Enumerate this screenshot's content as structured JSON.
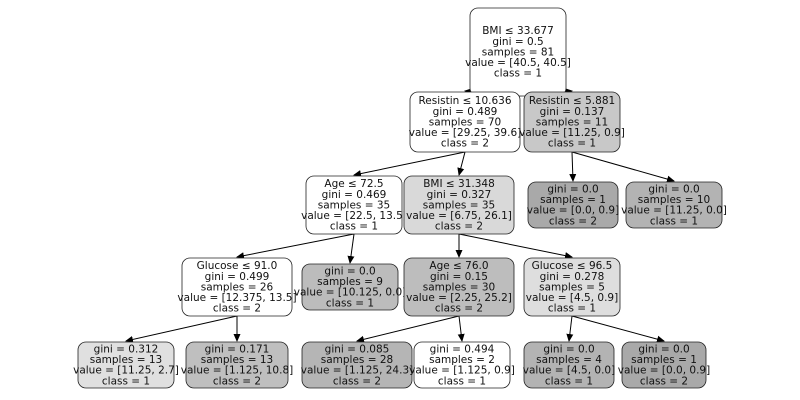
{
  "nodes": [
    {
      "id": "n0",
      "fill": "#ffffff",
      "lines": [
        "BMI ≤ 33.677",
        "gini = 0.5",
        "samples = 81",
        "value = [40.5, 40.5]",
        "class = 1"
      ]
    },
    {
      "id": "n1",
      "fill": "#ffffff",
      "lines": [
        "Resistin ≤ 10.636",
        "gini = 0.489",
        "samples = 70",
        "value = [29.25, 39.6]",
        "class = 2"
      ]
    },
    {
      "id": "n2",
      "fill": "#c8c8c8",
      "lines": [
        "Resistin ≤ 5.881",
        "gini = 0.137",
        "samples = 11",
        "value = [11.25, 0.9]",
        "class = 1"
      ]
    },
    {
      "id": "n3",
      "fill": "#ffffff",
      "lines": [
        "Age ≤ 72.5",
        "gini = 0.469",
        "samples = 35",
        "value = [22.5, 13.5]",
        "class = 1"
      ]
    },
    {
      "id": "n4",
      "fill": "#d9d9d9",
      "lines": [
        "BMI ≤ 31.348",
        "gini = 0.327",
        "samples = 35",
        "value = [6.75, 26.1]",
        "class = 2"
      ]
    },
    {
      "id": "n5",
      "fill": "#a9a9a9",
      "lines": [
        "gini = 0.0",
        "samples = 1",
        "value = [0.0, 0.9]",
        "class = 2"
      ]
    },
    {
      "id": "n6",
      "fill": "#b3b3b3",
      "lines": [
        "gini = 0.0",
        "samples = 10",
        "value = [11.25, 0.0]",
        "class = 1"
      ]
    },
    {
      "id": "n7",
      "fill": "#ffffff",
      "lines": [
        "Glucose ≤ 91.0",
        "gini = 0.499",
        "samples = 26",
        "value = [12.375, 13.5]",
        "class = 2"
      ]
    },
    {
      "id": "n8",
      "fill": "#bcbcbc",
      "lines": [
        "gini = 0.0",
        "samples = 9",
        "value = [10.125, 0.0]",
        "class = 1"
      ]
    },
    {
      "id": "n9",
      "fill": "#bdbdbd",
      "lines": [
        "Age ≤ 76.0",
        "gini = 0.15",
        "samples = 30",
        "value = [2.25, 25.2]",
        "class = 2"
      ]
    },
    {
      "id": "n10",
      "fill": "#dedede",
      "lines": [
        "Glucose ≤ 96.5",
        "gini = 0.278",
        "samples = 5",
        "value = [4.5, 0.9]",
        "class = 1"
      ]
    },
    {
      "id": "n11",
      "fill": "#e0e0e0",
      "lines": [
        "gini = 0.312",
        "samples = 13",
        "value = [11.25, 2.7]",
        "class = 1"
      ]
    },
    {
      "id": "n12",
      "fill": "#bfbfbf",
      "lines": [
        "gini = 0.171",
        "samples = 13",
        "value = [1.125, 10.8]",
        "class = 2"
      ]
    },
    {
      "id": "n13",
      "fill": "#b5b5b5",
      "lines": [
        "gini = 0.085",
        "samples = 28",
        "value = [1.125, 24.3]",
        "class = 2"
      ]
    },
    {
      "id": "n14",
      "fill": "#ffffff",
      "lines": [
        "gini = 0.494",
        "samples = 2",
        "value = [1.125, 0.9]",
        "class = 1"
      ]
    },
    {
      "id": "n15",
      "fill": "#b3b3b3",
      "lines": [
        "gini = 0.0",
        "samples = 4",
        "value = [4.5, 0.0]",
        "class = 1"
      ]
    },
    {
      "id": "n16",
      "fill": "#a9a9a9",
      "lines": [
        "gini = 0.0",
        "samples = 1",
        "value = [0.0, 0.9]",
        "class = 2"
      ]
    }
  ],
  "edges": [
    {
      "from": "n0",
      "to": "n1",
      "label": "True"
    },
    {
      "from": "n0",
      "to": "n2",
      "label": "False"
    },
    {
      "from": "n1",
      "to": "n3",
      "label": ""
    },
    {
      "from": "n1",
      "to": "n4",
      "label": ""
    },
    {
      "from": "n2",
      "to": "n5",
      "label": ""
    },
    {
      "from": "n2",
      "to": "n6",
      "label": ""
    },
    {
      "from": "n3",
      "to": "n7",
      "label": ""
    },
    {
      "from": "n3",
      "to": "n8",
      "label": ""
    },
    {
      "from": "n4",
      "to": "n9",
      "label": ""
    },
    {
      "from": "n4",
      "to": "n10",
      "label": ""
    },
    {
      "from": "n7",
      "to": "n11",
      "label": ""
    },
    {
      "from": "n7",
      "to": "n12",
      "label": ""
    },
    {
      "from": "n9",
      "to": "n13",
      "label": ""
    },
    {
      "from": "n9",
      "to": "n14",
      "label": ""
    },
    {
      "from": "n10",
      "to": "n15",
      "label": ""
    },
    {
      "from": "n10",
      "to": "n16",
      "label": ""
    }
  ]
}
